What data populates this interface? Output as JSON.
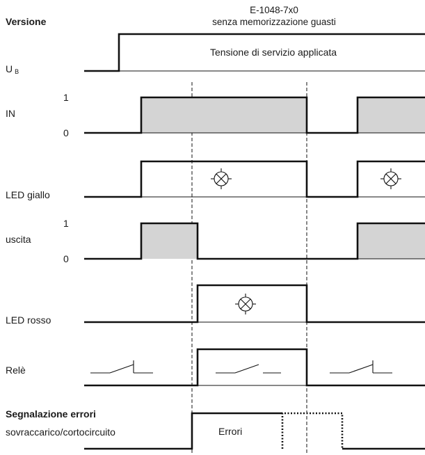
{
  "header": {
    "version_label": "Versione",
    "code": "E-1048-7x0",
    "subtitle": "senza memorizzazione guasti"
  },
  "rows": {
    "ub": {
      "label_main": "U",
      "label_sub": "B",
      "annotation": "Tensione di servizio applicata"
    },
    "in": {
      "label": "IN",
      "level_high": "1",
      "level_low": "0"
    },
    "led_yellow": {
      "label": "LED giallo"
    },
    "output": {
      "label": "uscita",
      "level_high": "1",
      "level_low": "0"
    },
    "led_red": {
      "label": "LED rosso"
    },
    "relay": {
      "label": "Relè"
    },
    "error": {
      "section_title": "Segnalazione errori",
      "label": "sovraccarico/cortocircuito",
      "box_text": "Errori"
    }
  }
}
